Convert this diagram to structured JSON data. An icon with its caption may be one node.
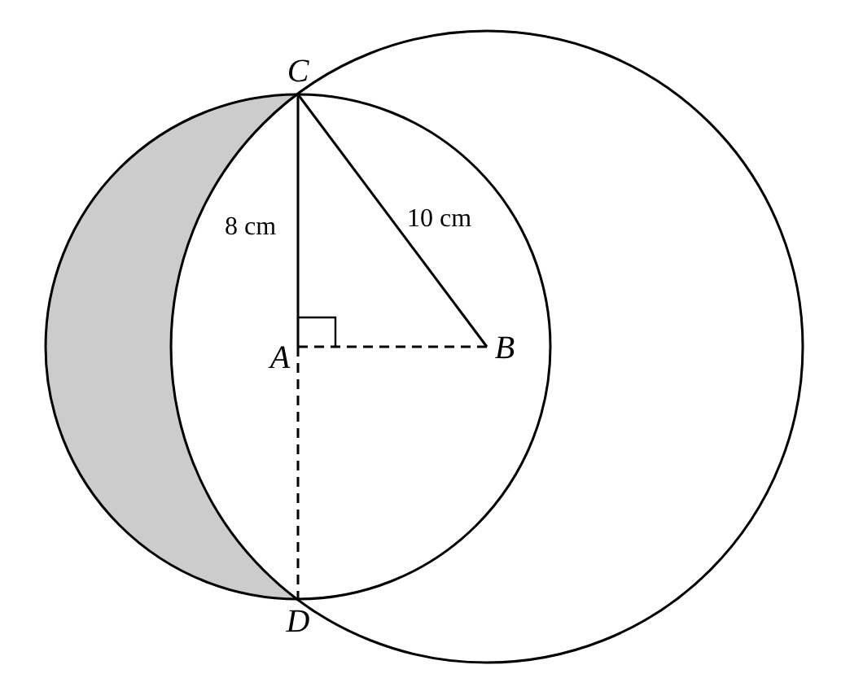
{
  "diagram": {
    "nodes": [
      {
        "text": [
          "C"
        ]
      },
      {
        "text": [
          "A"
        ]
      },
      {
        "text": [
          "B"
        ]
      },
      {
        "text": [
          "D"
        ]
      }
    ],
    "edges": [
      {
        "from": 0,
        "to": 1,
        "arrow": "none",
        "label": "8 cm"
      },
      {
        "from": 0,
        "to": 2,
        "arrow": "none",
        "label": "10 cm"
      },
      {
        "from": 1,
        "to": 2,
        "arrow": "none",
        "style": "dashed"
      },
      {
        "from": 1,
        "to": 3,
        "arrow": "none",
        "style": "dashed"
      }
    ]
  }
}
